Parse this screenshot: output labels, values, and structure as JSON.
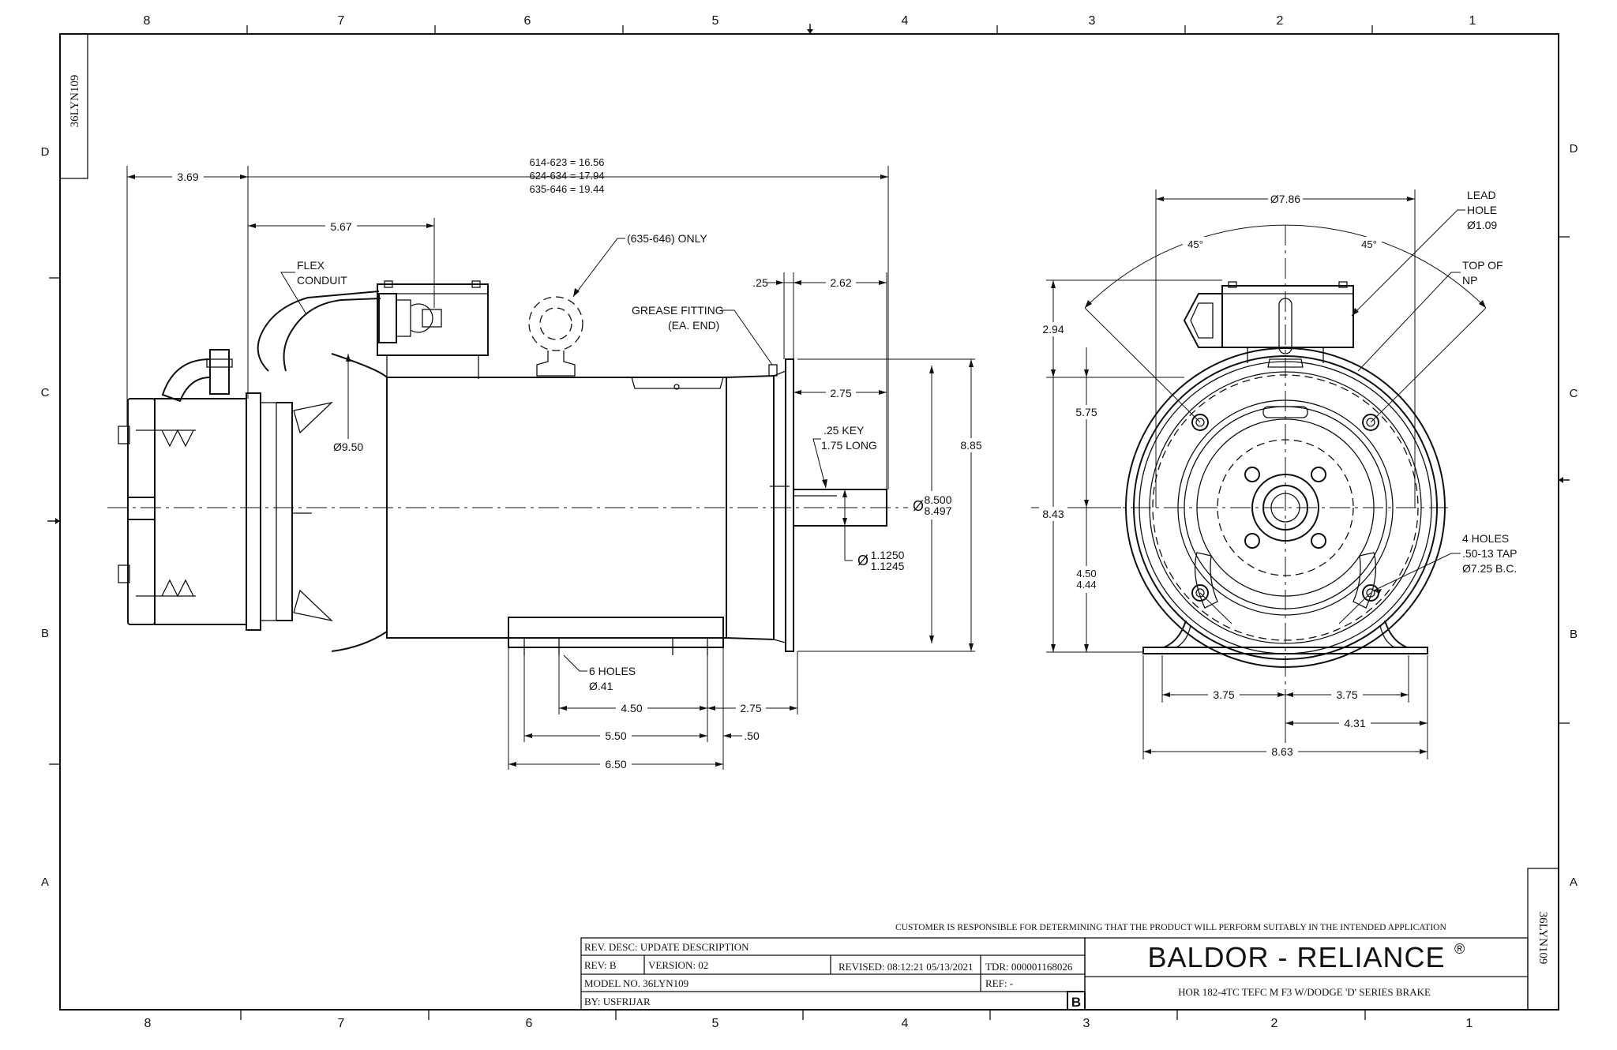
{
  "zones": {
    "top": [
      "8",
      "7",
      "6",
      "5",
      "4",
      "3",
      "2",
      "1"
    ],
    "bottom": [
      "8",
      "7",
      "6",
      "5",
      "4",
      "3",
      "2",
      "1"
    ],
    "left": [
      "D",
      "C",
      "B",
      "A"
    ],
    "right": [
      "D",
      "C",
      "B",
      "A"
    ]
  },
  "drawing_id": "36LYN109",
  "side_view": {
    "dims": {
      "d369": "3.69",
      "len_a": "614-623 = 16.56",
      "len_b": "624-634 = 17.94",
      "len_c": "635-646 = 19.44",
      "d567": "5.67",
      "flex_1": "FLEX",
      "flex_2": "CONDUIT",
      "eyebolt": "(635-646) ONLY",
      "d025": ".25",
      "d262": "2.62",
      "grease_1": "GREASE FITTING",
      "grease_2": "(EA. END)",
      "d275a": "2.75",
      "key_1": ".25 KEY",
      "key_2": "1.75 LONG",
      "d885": "8.85",
      "dia950": "Ø9.50",
      "pilot_a": "8.500",
      "pilot_b": "8.497",
      "pilot_sym": "Ø",
      "shaft_a": "1.1250",
      "shaft_b": "1.1245",
      "shaft_sym": "Ø",
      "holes_1": "6 HOLES",
      "holes_2": "Ø.41",
      "d450": "4.50",
      "d275b": "2.75",
      "d550": "5.50",
      "d050": ".50",
      "d650": "6.50"
    }
  },
  "end_view": {
    "dims": {
      "dia786": "Ø7.86",
      "ang_l": "45°",
      "ang_r": "45°",
      "lead_1": "LEAD",
      "lead_2": "HOLE",
      "lead_3": "Ø1.09",
      "np_1": "TOP OF",
      "np_2": "NP",
      "d294": "2.94",
      "d575": "5.75",
      "d843": "8.43",
      "d450a": "4.50",
      "d450b": "4.44",
      "holes_1": "4 HOLES",
      "holes_2": ".50-13 TAP",
      "holes_3": "Ø7.25 B.C.",
      "d375l": "3.75",
      "d375r": "3.75",
      "d431": "4.31",
      "d863": "8.63"
    }
  },
  "title_block": {
    "disclaimer": "CUSTOMER IS RESPONSIBLE FOR DETERMINING THAT THE PRODUCT WILL PERFORM SUITABLY IN THE INTENDED APPLICATION",
    "rev_desc": "REV. DESC: UPDATE DESCRIPTION",
    "rev": "REV:  B",
    "version": "VERSION:  02",
    "revised": "REVISED:  08:12:21 05/13/2021",
    "tdr": "TDR:  000001168026",
    "model_no": "MODEL NO.  36LYN109",
    "ref": "REF:  -",
    "by": "BY: USFRIJAR",
    "rev_letter": "B",
    "brand": "BALDOR - RELIANCE",
    "brand_mark": "®",
    "description": "HOR 182-4TC TEFC M F3 W/DODGE 'D' SERIES BRAKE"
  }
}
